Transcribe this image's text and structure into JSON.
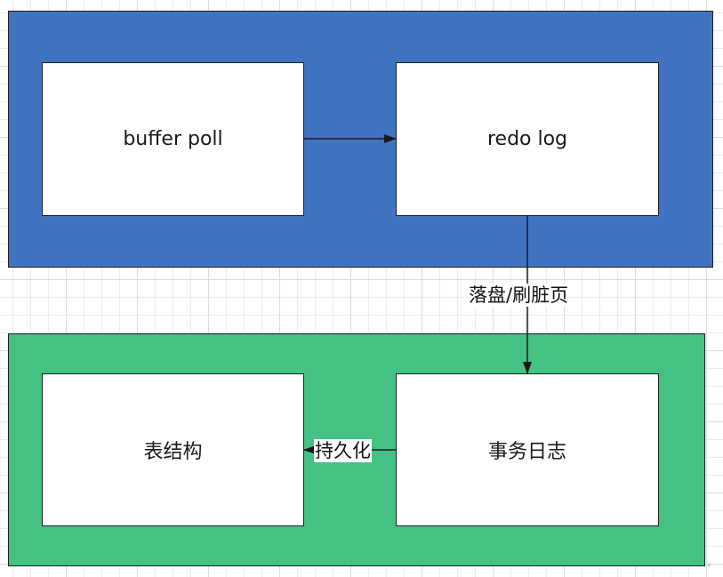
{
  "colors": {
    "top_container": "#4074c0",
    "bottom_container": "#43c284",
    "edge": "#1a1a1a"
  },
  "nodes": {
    "buffer_poll": "buffer poll",
    "redo_log": "redo log",
    "table_structure": "表结构",
    "transaction_log": "事务日志"
  },
  "edges": {
    "flush_label": "落盘/刷脏页",
    "persist_label": "持久化"
  }
}
